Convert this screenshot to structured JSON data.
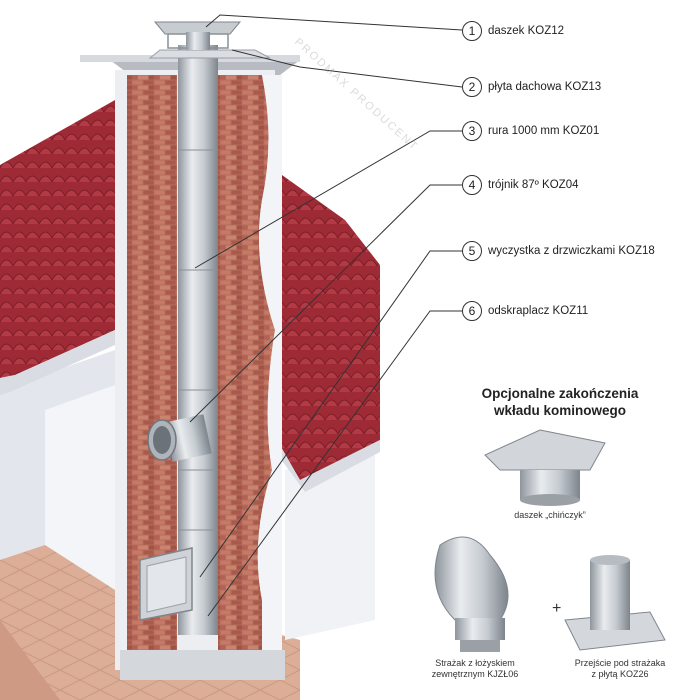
{
  "callouts": [
    {
      "num": "1",
      "label": "daszek KOZ12"
    },
    {
      "num": "2",
      "label": "płyta dachowa KOZ13"
    },
    {
      "num": "3",
      "label": "rura 1000 mm KOZ01"
    },
    {
      "num": "4",
      "label": "trójnik 87º KOZ04"
    },
    {
      "num": "5",
      "label": "wyczystka z drzwiczkami KOZ18"
    },
    {
      "num": "6",
      "label": "odskraplacz KOZ11"
    }
  ],
  "optional": {
    "title_line1": "Opcjonalne zakończenia",
    "title_line2": "wkładu kominowego",
    "items": [
      {
        "caption_line1": "daszek „chińczyk”",
        "caption_line2": ""
      },
      {
        "caption_line1": "Strażak z łożyskiem",
        "caption_line2": "zewnętrznym KJZŁ06"
      },
      {
        "caption_line1": "Przejście pod strażaka",
        "caption_line2": "z płytą KOZ26"
      }
    ],
    "plus": "+"
  },
  "watermark": "PRODMAX PRODUCENT",
  "colors": {
    "roof": "#a52a36",
    "brick": "#b5574a",
    "steel": "#c9ced3",
    "wall": "#e6e9ef",
    "floor": "#d9a68f"
  }
}
